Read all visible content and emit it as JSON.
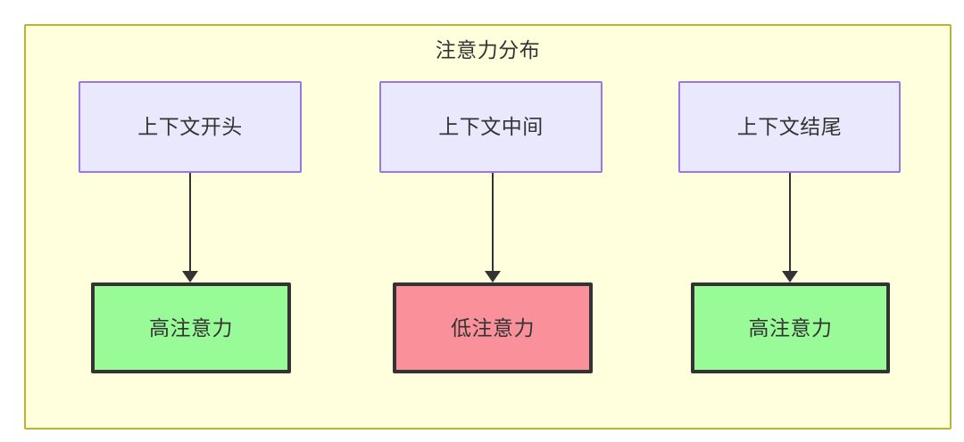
{
  "diagram": {
    "title": "注意力分布",
    "container": {
      "fill": "#ffffdd",
      "border": "#bbb630"
    },
    "context_nodes": [
      {
        "id": "ctx-start",
        "label": "上下文开头",
        "fill": "#e9e8fd",
        "border": "#9b78e0"
      },
      {
        "id": "ctx-middle",
        "label": "上下文中间",
        "fill": "#e9e8fd",
        "border": "#9b78e0"
      },
      {
        "id": "ctx-end",
        "label": "上下文结尾",
        "fill": "#e9e8fd",
        "border": "#9b78e0"
      }
    ],
    "attention_nodes": [
      {
        "id": "attn-left",
        "label": "高注意力",
        "fill": "#98fb98",
        "border": "#333333"
      },
      {
        "id": "attn-middle",
        "label": "低注意力",
        "fill": "#fa9099",
        "border": "#333333"
      },
      {
        "id": "attn-right",
        "label": "高注意力",
        "fill": "#98fb98",
        "border": "#333333"
      }
    ],
    "edges": [
      {
        "from": "上下文开头",
        "to": "高注意力",
        "arrow": "down-arrow"
      },
      {
        "from": "上下文中间",
        "to": "低注意力",
        "arrow": "down-arrow"
      },
      {
        "from": "上下文结尾",
        "to": "高注意力",
        "arrow": "down-arrow"
      }
    ]
  }
}
